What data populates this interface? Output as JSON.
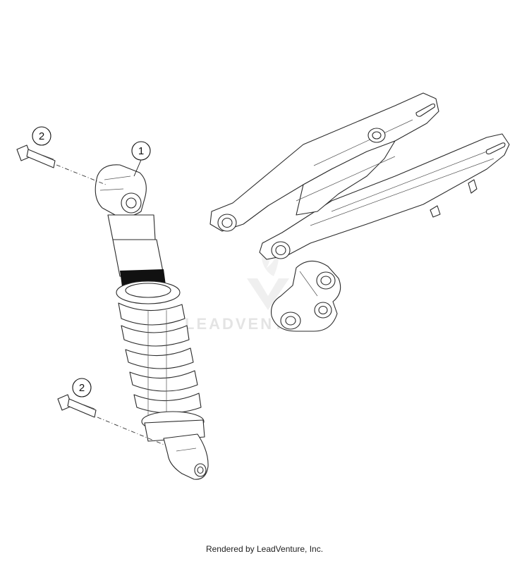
{
  "callouts": [
    {
      "label": "1"
    },
    {
      "label": "2"
    },
    {
      "label": "2"
    }
  ],
  "watermark": {
    "text": "LEADVENTURE"
  },
  "footer": {
    "text": "Rendered by LeadVenture, Inc."
  },
  "colors": {
    "line": "#2a2a2a",
    "spring_band": "#111111",
    "watermark": "#cfcfcf"
  }
}
